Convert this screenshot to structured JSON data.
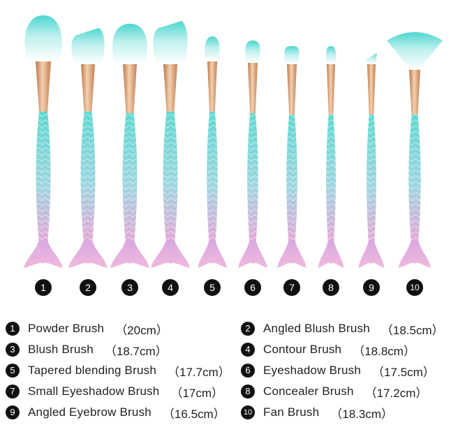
{
  "brushes": [
    {
      "number": "1",
      "name": "Powder Brush",
      "size": "（20cm）"
    },
    {
      "number": "2",
      "name": "Angled Blush Brush",
      "size": "（18.5cm）"
    },
    {
      "number": "3",
      "name": "Blush Brush",
      "size": "（18.7cm）"
    },
    {
      "number": "4",
      "name": "Contour Brush",
      "size": "（18.8cm）"
    },
    {
      "number": "5",
      "name": "Tapered blending Brush",
      "size": "（17.7cm）"
    },
    {
      "number": "6",
      "name": "Eyeshadow Brush",
      "size": "（17.5cm）"
    },
    {
      "number": "7",
      "name": "Small Eyeshadow Brush",
      "size": "（17cm）"
    },
    {
      "number": "8",
      "name": "Concealer Brush",
      "size": "（17.2cm）"
    },
    {
      "number": "9",
      "name": "Angled Eyebrow Brush",
      "size": "（16.5cm）"
    },
    {
      "number": "10",
      "name": "Fan Brush",
      "size": "（18.3cm）"
    }
  ],
  "colors": {
    "bristle_tip": "#4fd6d0",
    "bristle_base": "#ffffff",
    "ferrule": "#d99a6c",
    "handle_top": "#5fd8d0",
    "handle_bottom": "#e7a6d6",
    "badge": "#111111"
  }
}
